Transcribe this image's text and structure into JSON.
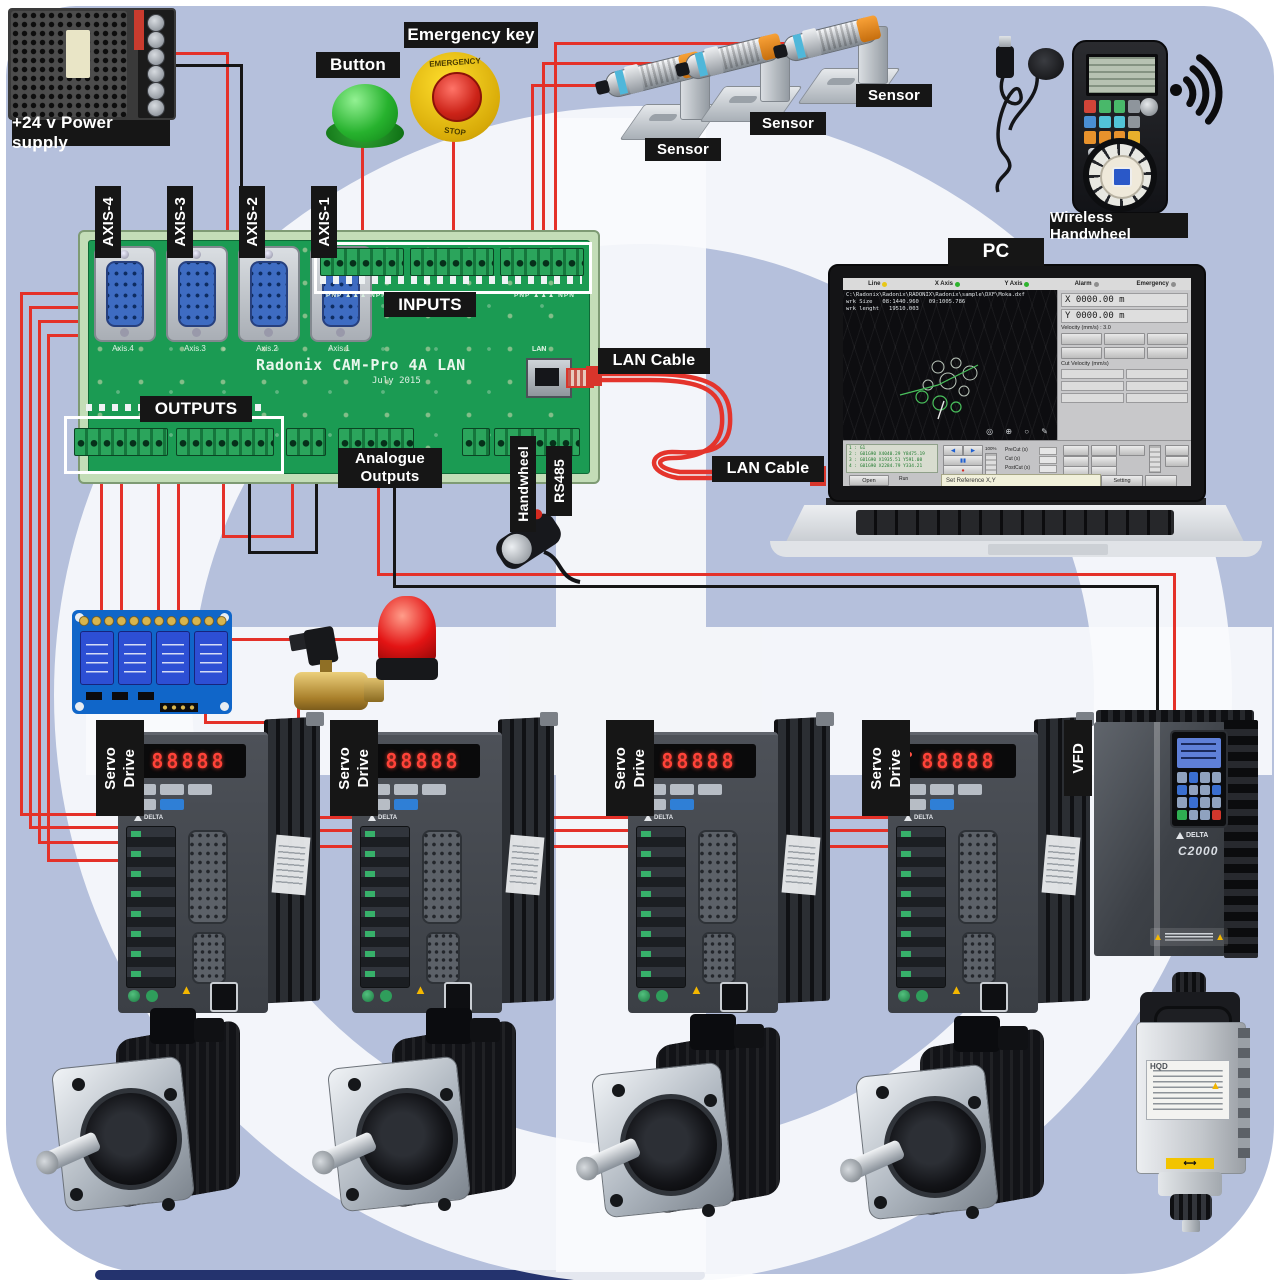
{
  "labels": {
    "power_supply": "+24 v Power supply",
    "button": "Button",
    "emergency": "Emergency key",
    "sensor": "Sensor",
    "wireless_handwheel": "Wireless Handwheel",
    "pc": "PC",
    "lan_cable": "LAN Cable",
    "vfd": "VFD",
    "servo_w1": "Servo",
    "servo_w2": "Drive"
  },
  "estop": {
    "top": "EMERGENCY",
    "bottom": "STOP"
  },
  "board": {
    "title": "Radonix CAM-Pro 4A LAN",
    "date": "July 2015",
    "axis_tags": [
      "AXIS-4",
      "AXIS-3",
      "AXIS-2",
      "AXIS-1"
    ],
    "axis_silk": [
      "Axis.4",
      "Axis.3",
      "Axis.2",
      "Axis.1"
    ],
    "inputs": "INPUTS",
    "outputs": "OUTPUTS",
    "analogue1": "Analogue",
    "analogue2": "Outputs",
    "handwheel": "Handwheel",
    "rs485": "RS485",
    "lan": "LAN",
    "pnp": "PNP",
    "npn": "NPN"
  },
  "drive": {
    "display": "88888",
    "brand": "DELTA"
  },
  "vfd": {
    "brand": "DELTA",
    "model": "C2000"
  },
  "spindle": {
    "brand": "HQD"
  },
  "pc_screen": {
    "status": [
      "Line",
      "X Axis",
      "Y Axis",
      "Alarm",
      "Emergency"
    ],
    "path": "C:\\Radonix\\Radonix\\RADONIX\\Radonix\\sample\\DXF\\Moka.dxf",
    "wrk_size": "wrk Size   08:1440.960   09:1005.786",
    "wrk_length": "wrk lenght   19510.003",
    "x": "X   0000.00 m",
    "y": "Y   0000.00 m",
    "velocity": "Velocity (mm/s) : 3.0",
    "cut_velocity": "Cut Velocity (mm/s)",
    "precut": "PreCut (s)",
    "cut": "Cut (s)",
    "postcut": "PostCut (s)",
    "open": "Open",
    "run": "Run",
    "command": "Set Reference X,Y",
    "setting": "Setting",
    "pct": "100%",
    "gcode_block": "1 : G1\n2 : G01G90 X4040.29 Y8475.19\n3 : G01G90 X1935.51 Y591.08\n4 : G01G90 X2284.79 Y334.21",
    "viewport_icons": "◎ ⊕ ○ ✎"
  }
}
